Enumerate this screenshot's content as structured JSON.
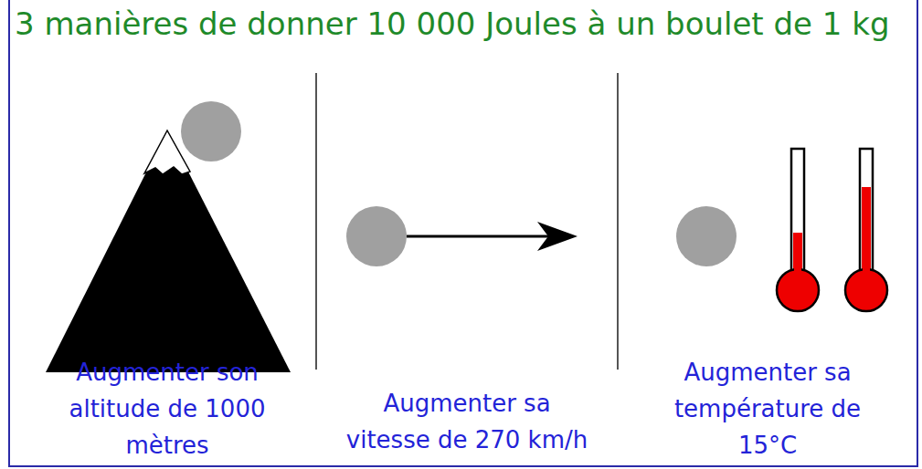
{
  "diagram": {
    "title": "3 manières de donner 10 000 Joules à un boulet de 1 kg",
    "labels": [
      "Augmenter son altitude de 1000 mètres",
      "Augmenter sa vitesse de 270 km/h",
      "Augmenter sa température de 15°C"
    ]
  }
}
